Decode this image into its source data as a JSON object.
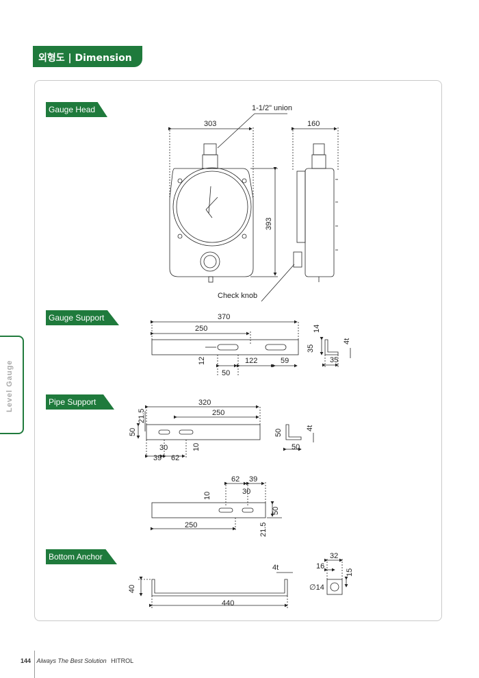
{
  "header": {
    "title": "외형도 | Dimension"
  },
  "side_tab": {
    "label": "Level Gauge"
  },
  "sections": {
    "gauge_head": {
      "label": "Gauge Head",
      "dims": {
        "width": "303",
        "height": "393",
        "side": "160"
      },
      "notes": {
        "union": "1-1/2\" union",
        "knob": "Check knob"
      }
    },
    "gauge_support": {
      "label": "Gauge Support",
      "dims": {
        "total": "370",
        "slot_pos": "250",
        "d12": "12",
        "d122": "122",
        "d59": "59",
        "d50": "50",
        "d14": "14",
        "d35a": "35",
        "d4t": "4t",
        "d35b": "35"
      }
    },
    "pipe_support": {
      "label": "Pipe Support",
      "top": {
        "total": "320",
        "d250": "250",
        "d21_5": "21.5",
        "d50": "50",
        "d30": "30",
        "d10": "10",
        "d39": "39",
        "d62": "62",
        "end50": "50",
        "end4t": "4t",
        "end50b": "50"
      },
      "bottom": {
        "d62": "62",
        "d39": "39",
        "d30": "30",
        "d10": "10",
        "d50": "50",
        "d250": "250",
        "d21_5": "21.5"
      }
    },
    "bottom_anchor": {
      "label": "Bottom Anchor",
      "dims": {
        "d4t": "4t",
        "d40": "40",
        "d440": "440",
        "d32": "32",
        "d16": "16",
        "d15": "15",
        "hole": "∅14"
      }
    }
  },
  "footer": {
    "page": "144",
    "slogan": "Always The Best Solution",
    "brand": "HITROL"
  }
}
